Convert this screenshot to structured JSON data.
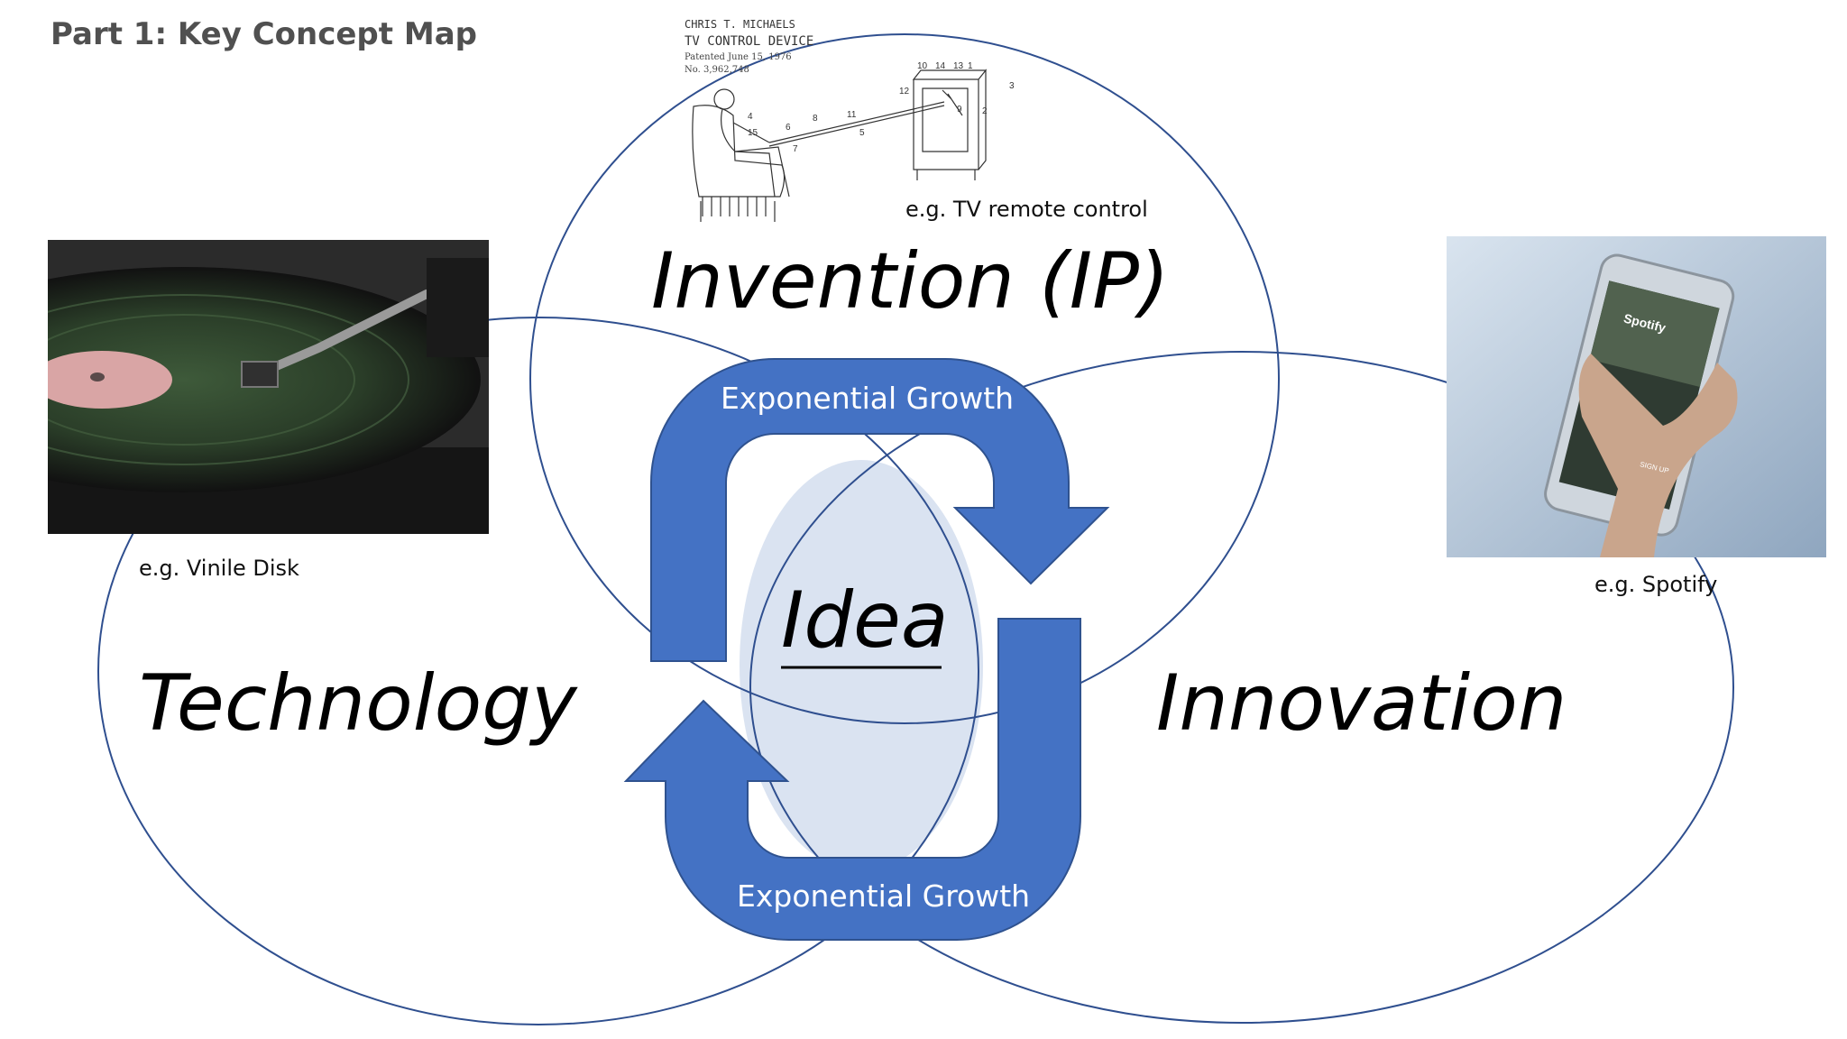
{
  "title": "Part 1: Key Concept Map",
  "circles": {
    "invention": "Invention (IP)",
    "technology": "Technology",
    "innovation": "Innovation",
    "center": "Idea"
  },
  "cycle": {
    "top_label": "Exponential Growth",
    "bottom_label": "Exponential Growth"
  },
  "examples": {
    "invention": "e.g. TV remote control",
    "technology": "e.g. Vinile Disk",
    "innovation": "e.g. Spotify"
  },
  "patent": {
    "line1": "CHRIS T. MICHAELS",
    "line2": "TV CONTROL DEVICE",
    "line3": "Patented June 15, 1976",
    "line4": "No. 3,962,748",
    "numbers": [
      "10",
      "14",
      "13",
      "1",
      "3",
      "12",
      "2",
      "9",
      "11",
      "8",
      "6",
      "4",
      "15",
      "5",
      "7"
    ]
  },
  "phone": {
    "app_name": "Spotify",
    "button": "SIGN UP"
  },
  "colors": {
    "circle_stroke": "#2f4f8f",
    "arrow_fill": "#4472c4",
    "idea_fill": "#dae3f1"
  }
}
